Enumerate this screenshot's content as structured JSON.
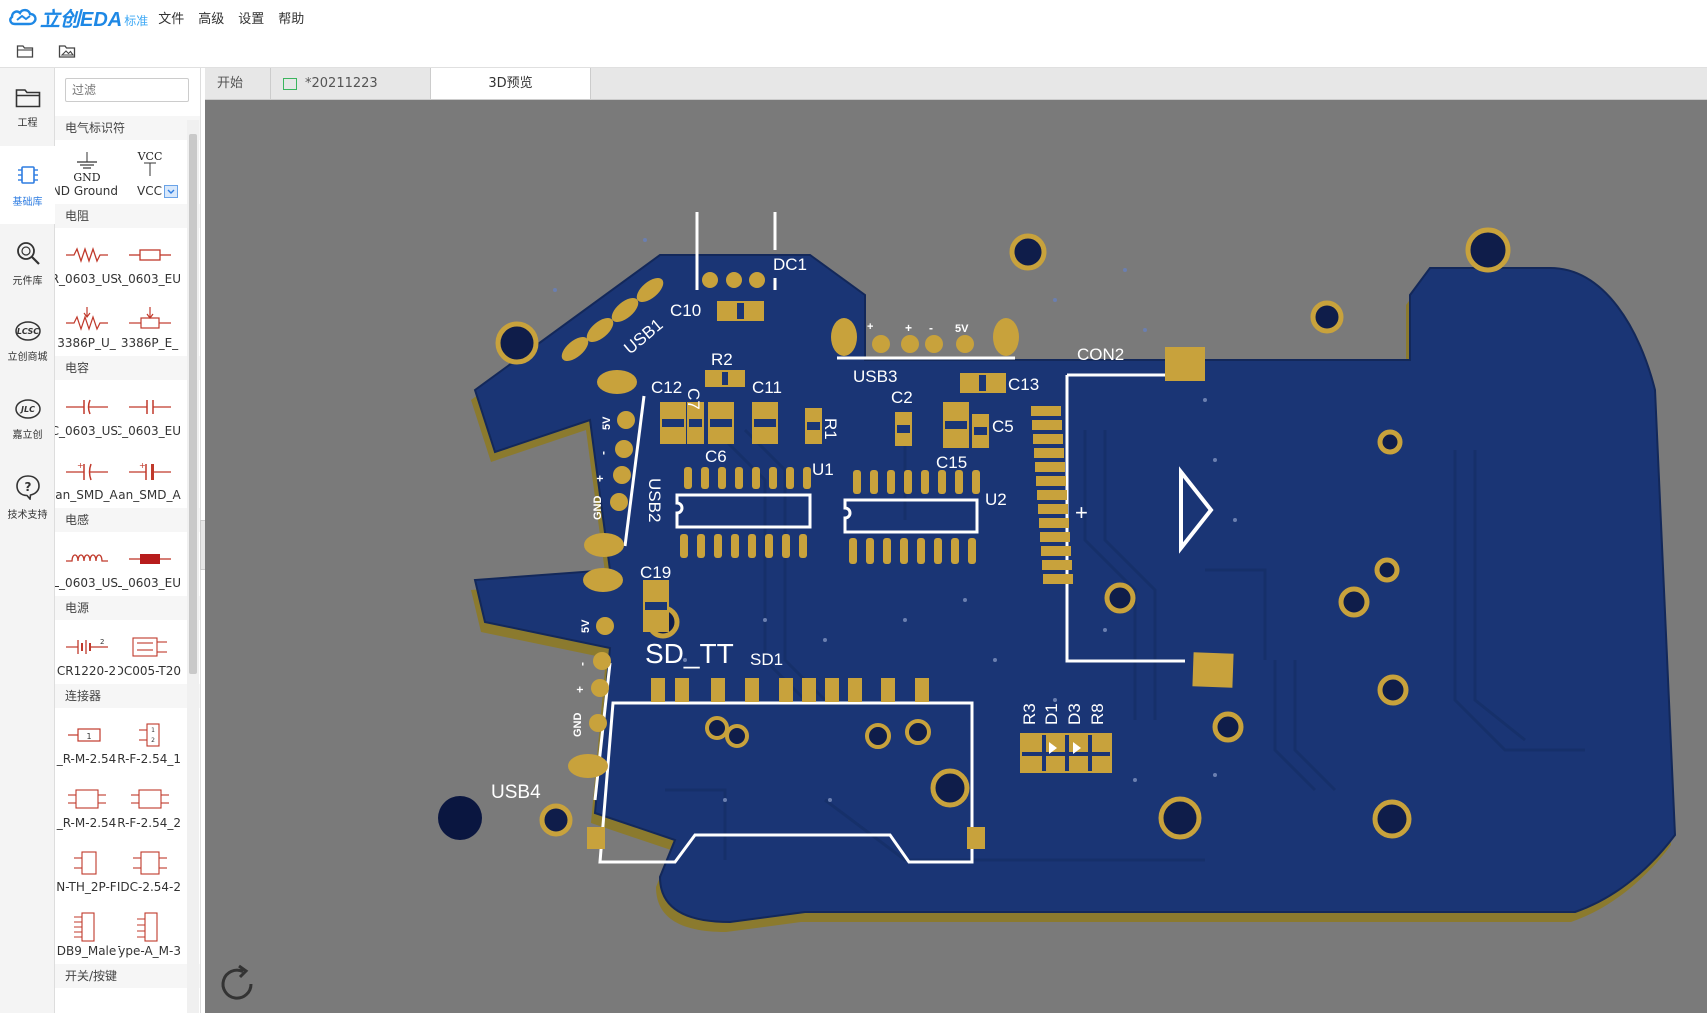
{
  "app": {
    "logo_text": "立创EDA",
    "edition": "标准",
    "menu": [
      "文件",
      "高级",
      "设置",
      "帮助"
    ]
  },
  "toolbar": {
    "buttons": [
      "folder-icon",
      "image-folder-icon"
    ]
  },
  "leftnav": [
    {
      "label": "工程",
      "icon": "project-icon"
    },
    {
      "label": "基础库",
      "icon": "chip-icon",
      "active": true
    },
    {
      "label": "元件库",
      "icon": "search-icon"
    },
    {
      "label": "立创商城",
      "icon": "lcsc-icon"
    },
    {
      "label": "嘉立创",
      "icon": "jlc-icon"
    },
    {
      "label": "技术支持",
      "icon": "help-icon"
    }
  ],
  "library": {
    "filter_placeholder": "过滤",
    "categories": [
      {
        "name": "电气标识符",
        "items": [
          [
            "ND Ground",
            "VCC"
          ]
        ]
      },
      {
        "name": "电阻",
        "items": [
          [
            "R_0603_US",
            "R_0603_EU"
          ],
          [
            "_3386P_U",
            "_3386P_E"
          ]
        ]
      },
      {
        "name": "电容",
        "items": [
          [
            "C_0603_US",
            "C_0603_EU"
          ],
          [
            "an_SMD_A",
            "an_SMD_A"
          ]
        ]
      },
      {
        "name": "电感",
        "items": [
          [
            "L_0603_US",
            "L_0603_EU"
          ]
        ]
      },
      {
        "name": "电源",
        "items": [
          [
            "CR1220-2",
            "DC005-T20"
          ]
        ]
      },
      {
        "name": "连接器",
        "items": [
          [
            "R-M-2.54_",
            "R-F-2.54_1"
          ],
          [
            "R-M-2.54_",
            "R-F-2.54_2"
          ],
          [
            "N-TH_2P-F",
            "IDC-2.54-2"
          ],
          [
            "DB9_Male",
            "3-Type-A_M"
          ]
        ]
      },
      {
        "name": "开关/按键",
        "items": []
      }
    ],
    "vcc_symbol": "VCC",
    "gnd_symbol": "GND"
  },
  "tabs": [
    {
      "label": "开始",
      "active": false
    },
    {
      "label": "*20211223",
      "active": false
    },
    {
      "label": "3D预览",
      "active": true
    }
  ],
  "pcb": {
    "silk": [
      "DC1",
      "C10",
      "USB1",
      "GND",
      "+",
      "-",
      "5V",
      "USB3",
      "CON2",
      "R2",
      "C12",
      "C7",
      "C11",
      "R1",
      "C2",
      "C13",
      "C5",
      "C15",
      "C6",
      "U1",
      "U2",
      "USB2",
      "C19",
      "SD_TT",
      "SD1",
      "R3",
      "D1",
      "D3",
      "R8",
      "USB4"
    ],
    "board_color": "#1a3575",
    "pad_color": "#c8a23c",
    "silk_color": "#ffffff",
    "background_color": "#7a7a7a"
  }
}
